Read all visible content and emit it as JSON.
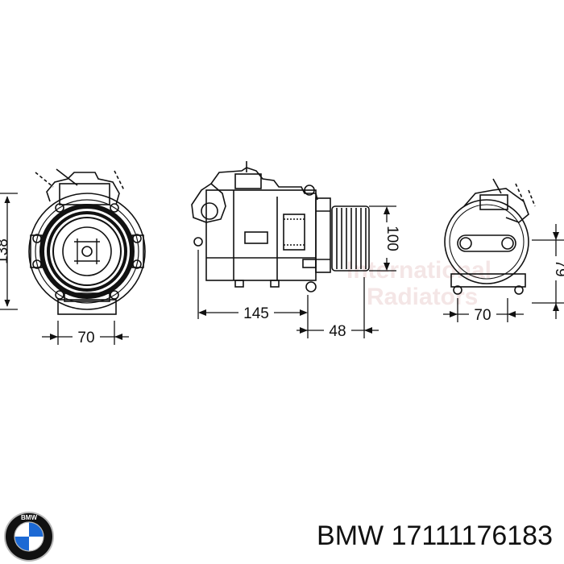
{
  "dimensions": {
    "front_height": "138",
    "front_width": "70",
    "side_length": "145",
    "pulley_depth": "48",
    "pulley_diameter": "100",
    "rear_height": "79",
    "rear_width": "70"
  },
  "watermark": {
    "line1": "International",
    "line2": "Radiators"
  },
  "logo": {
    "letters": "BMW",
    "colors": {
      "blue": "#1c69d4",
      "black": "#111111",
      "white": "#ffffff",
      "silver": "#b9b9b9"
    }
  },
  "caption": {
    "brand": "BMW",
    "part_number": "17111176183"
  },
  "colors": {
    "line": "#111111",
    "watermark": "#e8c8c8"
  }
}
